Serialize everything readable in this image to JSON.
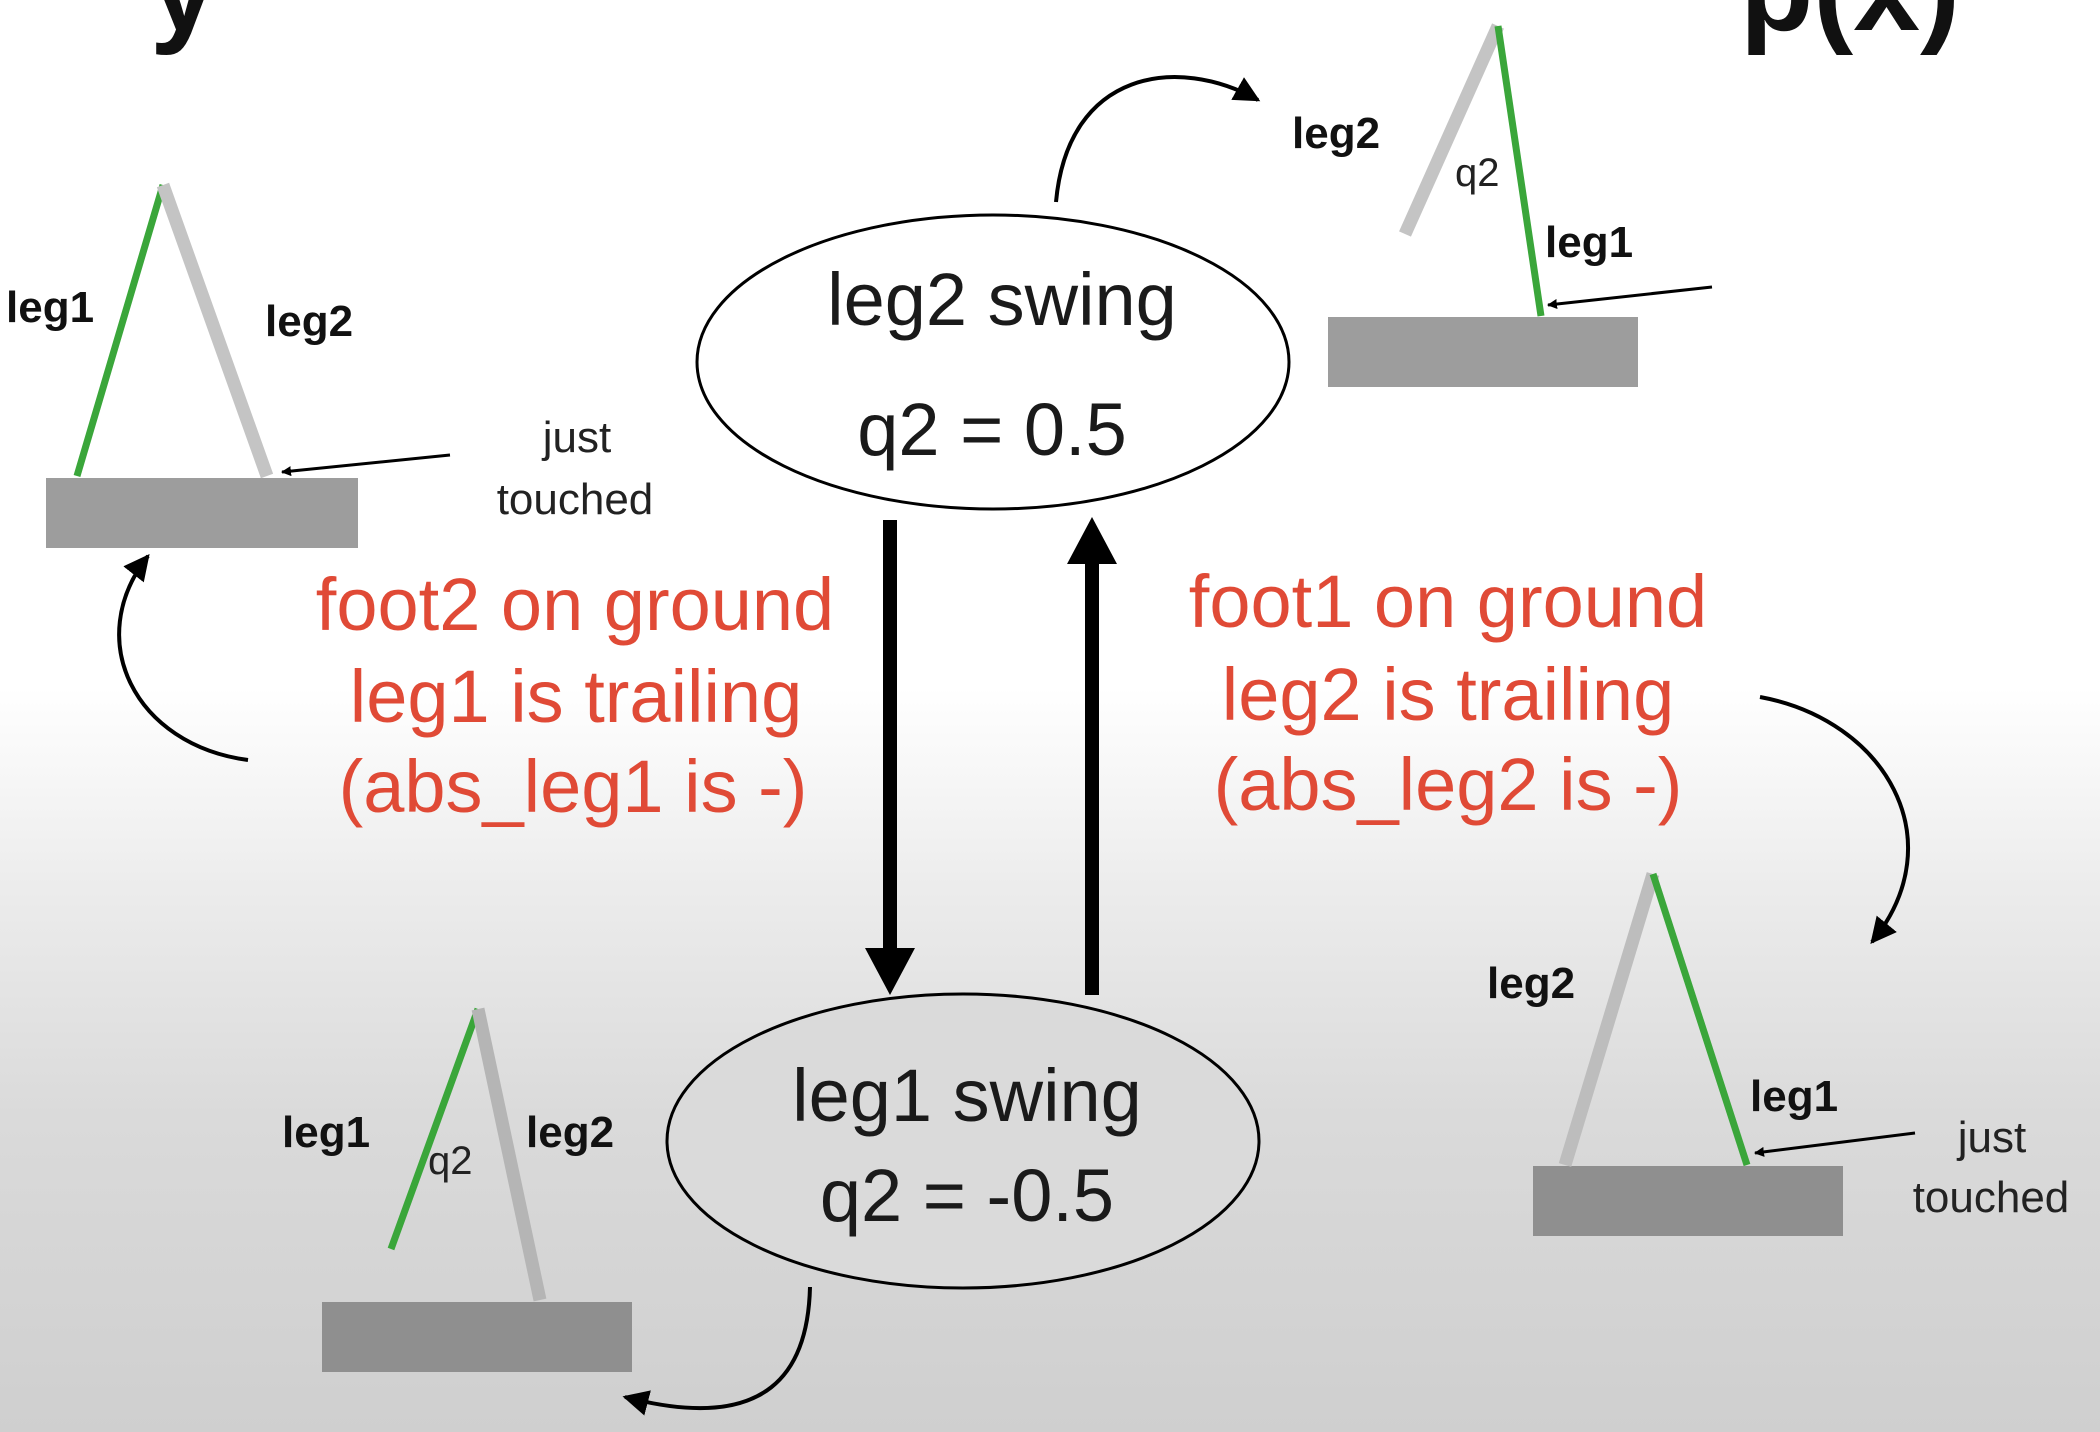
{
  "diagram": {
    "title_fragment_left": "y",
    "title_fragment_right": "p(x)",
    "states": {
      "top": {
        "line1": "leg2 swing",
        "line2": "q2 = 0.5"
      },
      "bottom": {
        "line1": "leg1 swing",
        "line2": "q2 = -0.5"
      }
    },
    "conditions": {
      "left": [
        "foot2 on ground",
        "leg1 is trailing",
        "(abs_leg1 is -)"
      ],
      "right": [
        "foot1 on ground",
        "leg2 is trailing",
        "(abs_leg2 is -)"
      ]
    },
    "labels": {
      "leg1": "leg1",
      "leg2": "leg2",
      "q2": "q2",
      "just": "just",
      "touched": "touched"
    },
    "colors": {
      "stance_leg": "#3aa63a",
      "swing_leg": "#c4c4c4",
      "ground": "#9d9d9d",
      "condition_text": "#e04a36"
    }
  }
}
